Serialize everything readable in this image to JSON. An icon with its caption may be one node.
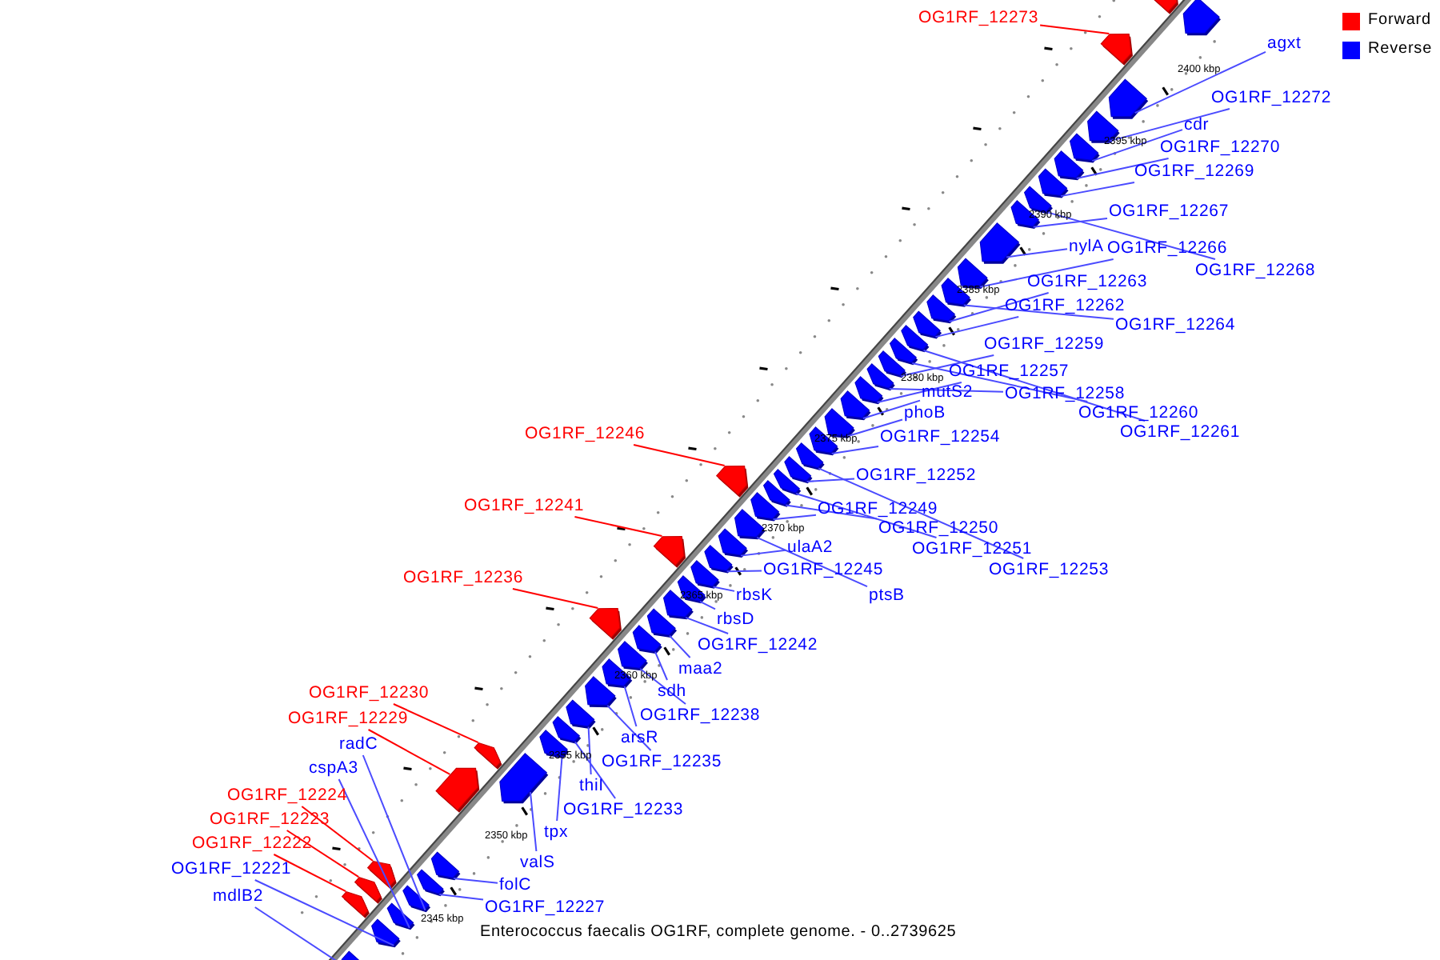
{
  "diagram": {
    "caption": "Enterococcus faecalis OG1RF, complete genome. - 0..2739625",
    "nodes": [
      {
        "text": [
          "OG1RF_12273"
        ]
      },
      {
        "text": [
          "agxt"
        ]
      },
      {
        "text": [
          "OG1RF_12272"
        ]
      },
      {
        "text": [
          "cdr"
        ]
      },
      {
        "text": [
          "OG1RF_12270"
        ]
      },
      {
        "text": [
          "OG1RF_12269"
        ]
      },
      {
        "text": [
          "OG1RF_12267"
        ]
      },
      {
        "text": [
          "nylA"
        ]
      },
      {
        "text": [
          "OG1RF_12266"
        ]
      },
      {
        "text": [
          "OG1RF_12268"
        ]
      },
      {
        "text": [
          "OG1RF_12263"
        ]
      },
      {
        "text": [
          "OG1RF_12262"
        ]
      },
      {
        "text": [
          "OG1RF_12264"
        ]
      },
      {
        "text": [
          "OG1RF_12259"
        ]
      },
      {
        "text": [
          "OG1RF_12257"
        ]
      },
      {
        "text": [
          "mutS2"
        ]
      },
      {
        "text": [
          "OG1RF_12258"
        ]
      },
      {
        "text": [
          "phoB"
        ]
      },
      {
        "text": [
          "OG1RF_12260"
        ]
      },
      {
        "text": [
          "OG1RF_12261"
        ]
      },
      {
        "text": [
          "OG1RF_12246"
        ]
      },
      {
        "text": [
          "OG1RF_12254"
        ]
      },
      {
        "text": [
          "OG1RF_12252"
        ]
      },
      {
        "text": [
          "OG1RF_12241"
        ]
      },
      {
        "text": [
          "OG1RF_12249"
        ]
      },
      {
        "text": [
          "OG1RF_12250"
        ]
      },
      {
        "text": [
          "OG1RF_12251"
        ]
      },
      {
        "text": [
          "ulaA2"
        ]
      },
      {
        "text": [
          "OG1RF_12245"
        ]
      },
      {
        "text": [
          "OG1RF_12253"
        ]
      },
      {
        "text": [
          "OG1RF_12236"
        ]
      },
      {
        "text": [
          "ptsB"
        ]
      },
      {
        "text": [
          "rbsK"
        ]
      },
      {
        "text": [
          "rbsD"
        ]
      },
      {
        "text": [
          "OG1RF_12242"
        ]
      },
      {
        "text": [
          "maa2"
        ]
      },
      {
        "text": [
          "sdh"
        ]
      },
      {
        "text": [
          "OG1RF_12230"
        ]
      },
      {
        "text": [
          "OG1RF_12238"
        ]
      },
      {
        "text": [
          "OG1RF_12229"
        ]
      },
      {
        "text": [
          "arsR"
        ]
      },
      {
        "text": [
          "radC"
        ]
      },
      {
        "text": [
          "OG1RF_12235"
        ]
      },
      {
        "text": [
          "cspA3"
        ]
      },
      {
        "text": [
          "thiI"
        ]
      },
      {
        "text": [
          "OG1RF_12224"
        ]
      },
      {
        "text": [
          "OG1RF_12233"
        ]
      },
      {
        "text": [
          "OG1RF_12223"
        ]
      },
      {
        "text": [
          "tpx"
        ]
      },
      {
        "text": [
          "OG1RF_12222"
        ]
      },
      {
        "text": [
          "valS"
        ]
      },
      {
        "text": [
          "OG1RF_12221"
        ]
      },
      {
        "text": [
          "folC"
        ]
      },
      {
        "text": [
          "mdlB2"
        ]
      },
      {
        "text": [
          "OG1RF_12227"
        ]
      },
      {
        "text": [],
        "shape": "arrow"
      },
      {
        "text": [],
        "shape": "arrow"
      },
      {
        "text": [],
        "shape": "arrow"
      },
      {
        "text": [],
        "shape": "arrow"
      },
      {
        "text": [],
        "shape": "arrow"
      },
      {
        "text": [],
        "shape": "arrow"
      },
      {
        "text": [],
        "shape": "arrow"
      },
      {
        "text": [],
        "shape": "arrow"
      },
      {
        "text": [],
        "shape": "arrow"
      },
      {
        "text": [],
        "shape": "arrow"
      },
      {
        "text": [],
        "shape": "arrow"
      },
      {
        "text": [],
        "shape": "arrow"
      },
      {
        "text": [],
        "shape": "arrow"
      },
      {
        "text": [],
        "shape": "arrow"
      },
      {
        "text": [],
        "shape": "arrow"
      },
      {
        "text": [],
        "shape": "arrow"
      },
      {
        "text": [],
        "shape": "arrow"
      },
      {
        "text": [],
        "shape": "arrow"
      },
      {
        "text": [],
        "shape": "arrow"
      },
      {
        "text": [],
        "shape": "arrow"
      },
      {
        "text": [],
        "shape": "arrow"
      },
      {
        "text": [],
        "shape": "arrow"
      },
      {
        "text": [],
        "shape": "arrow"
      },
      {
        "text": [],
        "shape": "arrow"
      },
      {
        "text": [],
        "shape": "arrow"
      },
      {
        "text": [],
        "shape": "arrow"
      },
      {
        "text": [],
        "shape": "arrow"
      },
      {
        "text": [],
        "shape": "arrow"
      },
      {
        "text": [],
        "shape": "arrow"
      },
      {
        "text": [],
        "shape": "arrow"
      },
      {
        "text": [],
        "shape": "arrow"
      },
      {
        "text": [],
        "shape": "arrow"
      },
      {
        "text": [],
        "shape": "arrow"
      },
      {
        "text": [],
        "shape": "arrow"
      },
      {
        "text": [],
        "shape": "arrow"
      },
      {
        "text": [],
        "shape": "arrow"
      },
      {
        "text": [],
        "shape": "arrow"
      },
      {
        "text": [],
        "shape": "arrow"
      },
      {
        "text": [],
        "shape": "arrow"
      },
      {
        "text": [],
        "shape": "arrow"
      },
      {
        "text": [],
        "shape": "arrow"
      },
      {
        "text": [],
        "shape": "arrow"
      },
      {
        "text": [],
        "shape": "arrow"
      },
      {
        "text": [],
        "shape": "arrow"
      },
      {
        "text": [],
        "shape": "arrow"
      },
      {
        "text": [],
        "shape": "arrow"
      },
      {
        "text": [],
        "shape": "arrow"
      },
      {
        "text": [],
        "shape": "arrow"
      },
      {
        "text": [],
        "shape": "arrow"
      },
      {
        "text": [],
        "shape": "arrow"
      },
      {
        "text": [],
        "shape": "arrow"
      },
      {
        "text": [],
        "shape": "arrow"
      },
      {
        "text": [],
        "shape": "arrow"
      },
      {
        "text": [],
        "shape": "arrow"
      },
      {
        "text": [],
        "shape": "arrow"
      },
      {
        "text": [],
        "shape": "arrow"
      },
      {
        "text": [],
        "shape": "arrow"
      }
    ],
    "edges": [
      {
        "from": 0,
        "to": 109,
        "arrow": "none",
        "color": "#ff0000"
      },
      {
        "from": 1,
        "to": 108,
        "arrow": "none"
      },
      {
        "from": 2,
        "to": 107,
        "arrow": "none"
      },
      {
        "from": 3,
        "to": 106,
        "arrow": "none"
      },
      {
        "from": 4,
        "to": 105,
        "arrow": "none"
      },
      {
        "from": 5,
        "to": 104,
        "arrow": "none"
      },
      {
        "from": 6,
        "to": 102,
        "arrow": "none"
      },
      {
        "from": 7,
        "to": 101,
        "arrow": "none"
      },
      {
        "from": 8,
        "to": 100,
        "arrow": "none"
      },
      {
        "from": 9,
        "to": 103,
        "arrow": "none"
      },
      {
        "from": 10,
        "to": 98,
        "arrow": "none"
      },
      {
        "from": 11,
        "to": 97,
        "arrow": "none"
      },
      {
        "from": 12,
        "to": 99,
        "arrow": "none"
      },
      {
        "from": 13,
        "to": 94,
        "arrow": "none"
      },
      {
        "from": 14,
        "to": 92,
        "arrow": "none"
      },
      {
        "from": 15,
        "to": 91,
        "arrow": "none"
      },
      {
        "from": 16,
        "to": 93,
        "arrow": "none"
      },
      {
        "from": 17,
        "to": 90,
        "arrow": "none"
      },
      {
        "from": 18,
        "to": 95,
        "arrow": "none"
      },
      {
        "from": 19,
        "to": 96,
        "arrow": "none"
      },
      {
        "from": 20,
        "to": 84,
        "arrow": "none",
        "color": "#ff0000"
      },
      {
        "from": 21,
        "to": 89,
        "arrow": "none"
      },
      {
        "from": 22,
        "to": 87,
        "arrow": "none"
      },
      {
        "from": 23,
        "to": 79,
        "arrow": "none",
        "color": "#ff0000"
      },
      {
        "from": 24,
        "to": 83,
        "arrow": "none"
      },
      {
        "from": 25,
        "to": 85,
        "arrow": "none"
      },
      {
        "from": 26,
        "to": 86,
        "arrow": "none"
      },
      {
        "from": 27,
        "to": 81,
        "arrow": "none"
      },
      {
        "from": 28,
        "to": 80,
        "arrow": "none"
      },
      {
        "from": 29,
        "to": 88,
        "arrow": "none"
      },
      {
        "from": 30,
        "to": 73,
        "arrow": "none",
        "color": "#ff0000"
      },
      {
        "from": 31,
        "to": 82,
        "arrow": "none"
      },
      {
        "from": 32,
        "to": 78,
        "arrow": "none"
      },
      {
        "from": 33,
        "to": 77,
        "arrow": "none"
      },
      {
        "from": 34,
        "to": 76,
        "arrow": "none"
      },
      {
        "from": 35,
        "to": 75,
        "arrow": "none"
      },
      {
        "from": 36,
        "to": 74,
        "arrow": "none"
      },
      {
        "from": 37,
        "to": 65,
        "arrow": "none",
        "color": "#ff0000"
      },
      {
        "from": 38,
        "to": 72,
        "arrow": "none"
      },
      {
        "from": 39,
        "to": 64,
        "arrow": "none",
        "color": "#ff0000"
      },
      {
        "from": 40,
        "to": 71,
        "arrow": "none"
      },
      {
        "from": 41,
        "to": 61,
        "arrow": "none"
      },
      {
        "from": 42,
        "to": 70,
        "arrow": "none"
      },
      {
        "from": 43,
        "to": 59,
        "arrow": "none"
      },
      {
        "from": 44,
        "to": 69,
        "arrow": "none"
      },
      {
        "from": 45,
        "to": 60,
        "arrow": "none",
        "color": "#ff0000"
      },
      {
        "from": 46,
        "to": 68,
        "arrow": "none"
      },
      {
        "from": 47,
        "to": 58,
        "arrow": "none",
        "color": "#ff0000"
      },
      {
        "from": 48,
        "to": 67,
        "arrow": "none"
      },
      {
        "from": 49,
        "to": 57,
        "arrow": "none",
        "color": "#ff0000"
      },
      {
        "from": 50,
        "to": 66,
        "arrow": "none"
      },
      {
        "from": 51,
        "to": 56,
        "arrow": "none"
      },
      {
        "from": 52,
        "to": 63,
        "arrow": "none"
      },
      {
        "from": 53,
        "to": 55,
        "arrow": "none"
      },
      {
        "from": 54,
        "to": 62,
        "arrow": "none"
      }
    ],
    "labels": [
      "2400 kbp",
      "2395 kbp",
      "2390 kbp",
      "2385 kbp",
      "2380 kbp",
      "2375 kbp",
      "2370 kbp",
      "2365 kbp",
      "2360 kbp",
      "2355 kbp",
      "2350 kbp",
      "2345 kbp"
    ],
    "legend": [
      {
        "text": "Forward",
        "color": "#ff0000"
      },
      {
        "text": "Reverse",
        "color": "#0000ff"
      }
    ]
  }
}
